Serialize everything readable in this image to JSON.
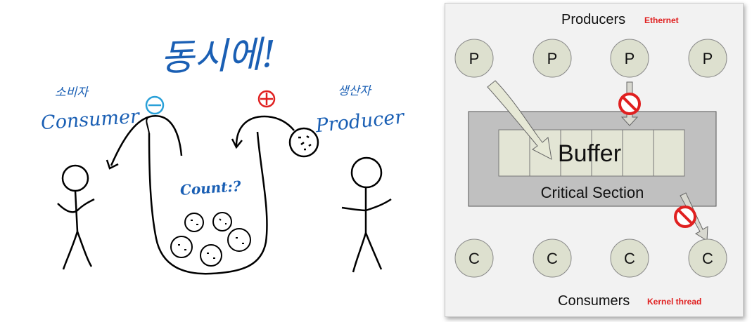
{
  "sketch": {
    "title": "동시에!",
    "consumer_korean": "소비자",
    "consumer_english": "Consumer",
    "producer_korean": "생산자",
    "producer_english": "Producer",
    "count_label": "Count:?",
    "minus_symbol": "−",
    "plus_symbol": "+"
  },
  "diagram": {
    "producers_label": "Producers",
    "producers_note": "Ethernet",
    "consumers_label": "Consumers",
    "consumers_note": "Kernel thread",
    "buffer_label": "Buffer",
    "critical_section_label": "Critical Section",
    "producer_node": "P",
    "consumer_node": "C",
    "colors": {
      "node_fill": "#dde0cf",
      "buffer_cell": "#e3e5d5",
      "critical_section": "#c0c0c0",
      "note_red": "#e02020",
      "blue_ink": "#1a5fb4",
      "forbidden": "#e02020"
    }
  }
}
